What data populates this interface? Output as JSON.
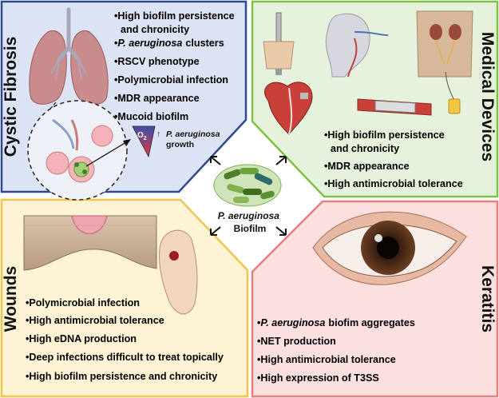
{
  "center": {
    "organism": "P. aeruginosa",
    "label": "Biofilm"
  },
  "cystic_fibrosis": {
    "title": "Cystic Fibrosis",
    "bullets": [
      "•High biofilm persistence",
      "and chronicity",
      "•",
      "P. aeruginosa",
      "clusters",
      "•RSCV phenotype",
      "•Polymicrobial infection",
      "•MDR appearance",
      "•Mucoid biofilm"
    ],
    "o2_label": "O",
    "o2_sub": "2",
    "growth_arrow": "↑",
    "growth_organism": "P. aeruginosa",
    "growth_word": "growth"
  },
  "medical_devices": {
    "title": "Medical Devices",
    "bullets": [
      "•High biofilm persistence",
      "and chronicity",
      "•MDR appearance",
      "•High antimicrobial tolerance"
    ]
  },
  "wounds": {
    "title": "Wounds",
    "bullets": [
      "•Polymicrobial infection",
      "•High antimicrobial tolerance",
      "•High eDNA production",
      "•Deep infections difficult to treat topically",
      "•High biofilm persistence and chronicity"
    ]
  },
  "keratitis": {
    "title": "Keratitis",
    "bullets": [
      "•",
      "P. aeruginosa",
      "biofim aggregates",
      "•NET production",
      "•High antimicrobial tolerance",
      "•High expression of T3SS"
    ]
  },
  "colors": {
    "cf_fill": "#dbe3f4",
    "cf_border": "#2f4a8c",
    "md_fill": "#e7f2dc",
    "md_border": "#7dc242",
    "wo_fill": "#fdf4d6",
    "wo_border": "#f2c64b",
    "ke_fill": "#fce0e0",
    "ke_border": "#e58080"
  }
}
